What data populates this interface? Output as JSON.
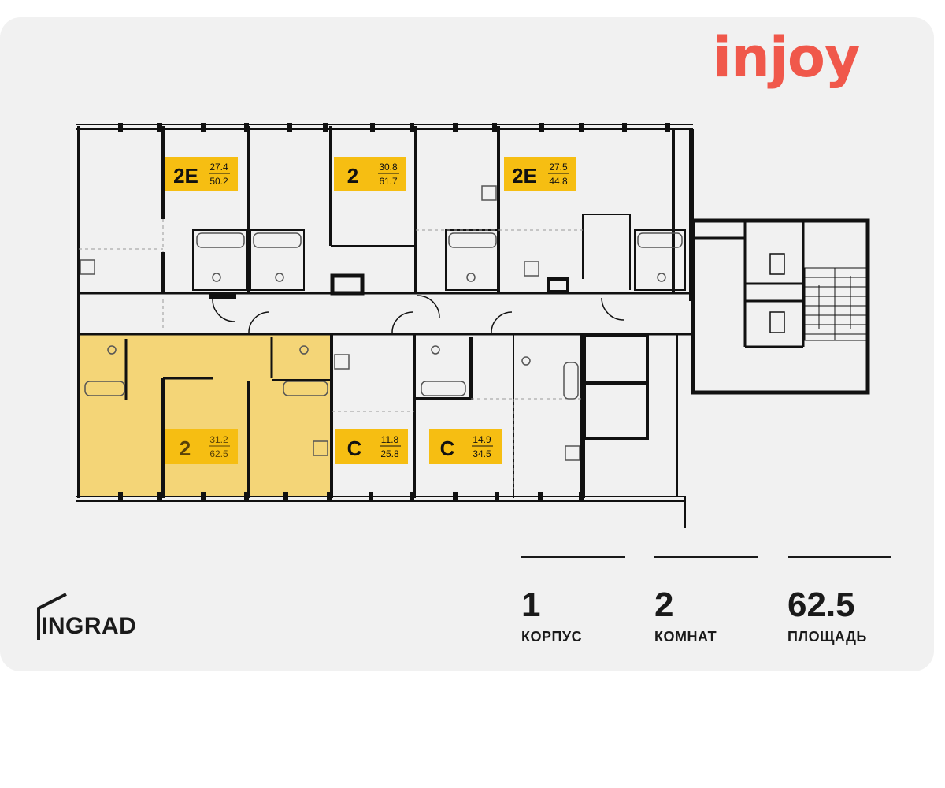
{
  "brand": {
    "name": "injoy",
    "color": "#f0584b"
  },
  "developer": {
    "name": "INGRAD"
  },
  "stats": [
    {
      "value": "1",
      "label": "КОРПУС"
    },
    {
      "value": "2",
      "label": "КОМНАТ"
    },
    {
      "value": "62.5",
      "label": "ПЛОЩАДЬ"
    }
  ],
  "units": [
    {
      "type": "2E",
      "living": "27.4",
      "total": "50.2",
      "selected": false
    },
    {
      "type": "2",
      "living": "30.8",
      "total": "61.7",
      "selected": false
    },
    {
      "type": "2E",
      "living": "27.5",
      "total": "44.8",
      "selected": false
    },
    {
      "type": "2",
      "living": "31.2",
      "total": "62.5",
      "selected": true
    },
    {
      "type": "С",
      "living": "11.8",
      "total": "25.8",
      "selected": false
    },
    {
      "type": "С",
      "living": "14.9",
      "total": "34.5",
      "selected": false
    }
  ],
  "colors": {
    "label": "#f6be12",
    "selected": "#f6be12",
    "wall": "#111111",
    "background": "#f1f1f1"
  }
}
